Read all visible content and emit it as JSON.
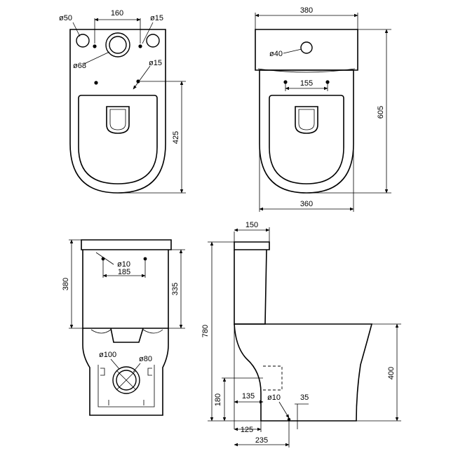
{
  "top_view_pan": {
    "waste_diameter": "ø50",
    "hole_spacing": "160",
    "fixing_hole_diameter": "ø15",
    "outlet_diameter": "ø68",
    "fixing_hole_diameter_2": "ø15",
    "depth": "425"
  },
  "top_view_assembled": {
    "cistern_width": "380",
    "button_hole_diameter": "ø40",
    "hole_spacing": "155",
    "overall_depth": "605",
    "pan_width": "360"
  },
  "front_view": {
    "fixing_hole_diameter": "ø10",
    "fixing_spacing": "185",
    "cistern_height": "380",
    "cistern_body_height": "335",
    "inlet_diameter": "ø100",
    "outlet_diameter": "ø80"
  },
  "side_view": {
    "cistern_depth": "150",
    "overall_height": "780",
    "seat_height": "400",
    "outlet_height": "180",
    "outlet_offset": "135",
    "fixing_diameter": "ø10",
    "fixing_offset": "35",
    "wall_to_outlet": "125",
    "wall_to_fixing": "235"
  }
}
